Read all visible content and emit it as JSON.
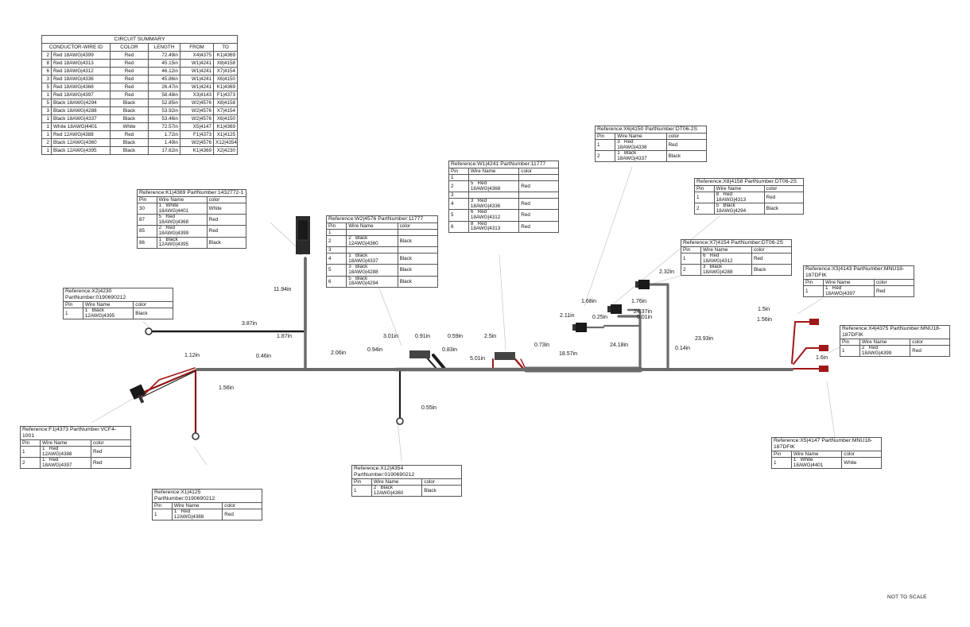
{
  "summary": {
    "title": "CIRCUIT SUMMARY",
    "headers": [
      "CONDUCTOR-WIRE ID",
      "COLOR",
      "LENGTH",
      "FROM",
      "TO"
    ],
    "rows": [
      {
        "id": "2",
        "wire": "Red 18AWG|4399",
        "color": "Red",
        "length": "72.49in",
        "from": "X4|4375",
        "to": "K1|4369"
      },
      {
        "id": "8",
        "wire": "Red 18AWG|4313",
        "color": "Red",
        "length": "45.15in",
        "from": "W1|4241",
        "to": "X8|4158"
      },
      {
        "id": "6",
        "wire": "Red 18AWG|4312",
        "color": "Red",
        "length": "46.12in",
        "from": "W1|4241",
        "to": "X7|4154"
      },
      {
        "id": "3",
        "wire": "Red 18AWG|4336",
        "color": "Red",
        "length": "45.86in",
        "from": "W1|4241",
        "to": "X6|4150"
      },
      {
        "id": "5",
        "wire": "Red 18AWG|4368",
        "color": "Red",
        "length": "26.47in",
        "from": "W1|4241",
        "to": "K1|4369"
      },
      {
        "id": "1",
        "wire": "Red 18AWG|4397",
        "color": "Red",
        "length": "58.48in",
        "from": "X3|4143",
        "to": "F1|4373"
      },
      {
        "id": "5",
        "wire": "Black 18AWG|4294",
        "color": "Black",
        "length": "52.85in",
        "from": "W2|4576",
        "to": "X8|4158"
      },
      {
        "id": "3",
        "wire": "Black 18AWG|4288",
        "color": "Black",
        "length": "53.92in",
        "from": "W2|4576",
        "to": "X7|4154"
      },
      {
        "id": "1",
        "wire": "Black 18AWG|4337",
        "color": "Black",
        "length": "53.46in",
        "from": "W2|4576",
        "to": "X6|4150"
      },
      {
        "id": "1",
        "wire": "White 18AWG|4401",
        "color": "White",
        "length": "72.57in",
        "from": "X5|4147",
        "to": "K1|4369"
      },
      {
        "id": "1",
        "wire": "Red 12AWG|4388",
        "color": "Red",
        "length": "1.72in",
        "from": "F1|4373",
        "to": "X1|4125"
      },
      {
        "id": "2",
        "wire": "Black 12AWG|4360",
        "color": "Black",
        "length": "1.49in",
        "from": "W2|4576",
        "to": "X12|4354"
      },
      {
        "id": "1",
        "wire": "Black 12AWG|4395",
        "color": "Black",
        "length": "17.62in",
        "from": "K1|4369",
        "to": "X2|4230"
      }
    ]
  },
  "connectors": [
    {
      "key": "k1",
      "title": "Reference:K1|4369 PartNumber:1432772-1",
      "title2": "",
      "headers": [
        "Pin",
        "Wire Name",
        "color"
      ],
      "rows": [
        {
          "pin": "30",
          "wire": "1   White\n18AWG|4401",
          "color": "White"
        },
        {
          "pin": "87",
          "wire": "5   Red\n18AWG|4368",
          "color": "Red"
        },
        {
          "pin": "85",
          "wire": "2   Red\n18AWG|4399",
          "color": "Red"
        },
        {
          "pin": "86",
          "wire": "1   Black\n12AWG|4395",
          "color": "Black"
        }
      ]
    },
    {
      "key": "x2",
      "title": "Reference:X2|4230",
      "title2": "PartNumber:0190690212",
      "headers": [
        "Pin",
        "Wire Name",
        "color"
      ],
      "rows": [
        {
          "pin": "1",
          "wire": "1   Black\n12AWG|4395",
          "color": "Black"
        }
      ]
    },
    {
      "key": "w2",
      "title": "Reference:W2|4576 PartNumber:11777",
      "title2": "",
      "headers": [
        "Pin",
        "Wire Name",
        "color"
      ],
      "rows": [
        {
          "pin": "1",
          "wire": "",
          "color": ""
        },
        {
          "pin": "2",
          "wire": "2   Black\n12AWG|4360",
          "color": "Black"
        },
        {
          "pin": "3",
          "wire": "",
          "color": ""
        },
        {
          "pin": "4",
          "wire": "1   Black\n18AWG|4337",
          "color": "Black"
        },
        {
          "pin": "5",
          "wire": "3   Black\n18AWG|4288",
          "color": "Black"
        },
        {
          "pin": "6",
          "wire": "5   Black\n18AWG|4294",
          "color": "Black"
        }
      ]
    },
    {
      "key": "w1",
      "title": "Reference:W1|4241 PartNumber:11777",
      "title2": "",
      "headers": [
        "Pin",
        "Wire Name",
        "color"
      ],
      "rows": [
        {
          "pin": "1",
          "wire": "",
          "color": ""
        },
        {
          "pin": "2",
          "wire": "5   Red\n18AWG|4368",
          "color": "Red"
        },
        {
          "pin": "3",
          "wire": "",
          "color": ""
        },
        {
          "pin": "4",
          "wire": "3   Red\n18AWG|4336",
          "color": "Red"
        },
        {
          "pin": "5",
          "wire": "6   Red\n18AWG|4312",
          "color": "Red"
        },
        {
          "pin": "6",
          "wire": "8   Red\n18AWG|4313",
          "color": "Red"
        }
      ]
    },
    {
      "key": "x6",
      "title": "Reference:X6|4150 PartNumber:DT06-2S",
      "title2": "",
      "headers": [
        "Pin",
        "Wire Name",
        "color"
      ],
      "rows": [
        {
          "pin": "1",
          "wire": "3   Red\n18AWG|4336",
          "color": "Red"
        },
        {
          "pin": "2",
          "wire": "1   Black\n18AWG|4337",
          "color": "Black"
        }
      ]
    },
    {
      "key": "x8",
      "title": "Reference:X8|4158 PartNumber:DT06-2S",
      "title2": "",
      "headers": [
        "Pin",
        "Wire Name",
        "color"
      ],
      "rows": [
        {
          "pin": "1",
          "wire": "8   Red\n18AWG|4313",
          "color": "Red"
        },
        {
          "pin": "2",
          "wire": "5   Black\n18AWG|4294",
          "color": "Black"
        }
      ]
    },
    {
      "key": "x7",
      "title": "Reference:X7|4154 PartNumber:DT06-2S",
      "title2": "",
      "headers": [
        "Pin",
        "Wire Name",
        "color"
      ],
      "rows": [
        {
          "pin": "1",
          "wire": "6   Red\n18AWG|4312",
          "color": "Red"
        },
        {
          "pin": "2",
          "wire": "3   Black\n18AWG|4288",
          "color": "Black"
        }
      ]
    },
    {
      "key": "x3",
      "title": "Reference:X3|4143 PartNumber:MNU18-",
      "title2": "187DFIK",
      "headers": [
        "Pin",
        "Wire Name",
        "color"
      ],
      "rows": [
        {
          "pin": "1",
          "wire": "1   Red\n18AWG|4397",
          "color": "Red"
        }
      ]
    },
    {
      "key": "x4",
      "title": "Reference:X4|4375 PartNumber:MNU18-",
      "title2": "187DFIK",
      "headers": [
        "Pin",
        "Wire Name",
        "color"
      ],
      "rows": [
        {
          "pin": "1",
          "wire": "2   Red\n18AWG|4399",
          "color": "Red"
        }
      ]
    },
    {
      "key": "x5",
      "title": "Reference:X5|4147 PartNumber:MNU18-",
      "title2": "187DFIK",
      "headers": [
        "Pin",
        "Wire Name",
        "color"
      ],
      "rows": [
        {
          "pin": "1",
          "wire": "1   White\n18AWG|4401",
          "color": "White"
        }
      ]
    },
    {
      "key": "f1",
      "title": "Reference:F1|4373 PartNumber:VCF4-",
      "title2": "1001",
      "headers": [
        "Pin",
        "Wire Name",
        "color"
      ],
      "rows": [
        {
          "pin": "1",
          "wire": "1   Red\n12AWG|4388",
          "color": "Red"
        },
        {
          "pin": "2",
          "wire": "1   Red\n18AWG|4397",
          "color": "Red"
        }
      ]
    },
    {
      "key": "x12",
      "title": "Reference:X12|4354",
      "title2": "PartNumber:0190690212",
      "headers": [
        "Pin",
        "Wire Name",
        "color"
      ],
      "rows": [
        {
          "pin": "1",
          "wire": "2   Black\n12AWG|4360",
          "color": "Black"
        }
      ]
    },
    {
      "key": "x1",
      "title": "Reference:X1|4125",
      "title2": "PartNumber:0190690212",
      "headers": [
        "Pin",
        "Wire Name",
        "color"
      ],
      "rows": [
        {
          "pin": "1",
          "wire": "1   Red\n12AWG|4388",
          "color": "Red"
        }
      ]
    }
  ],
  "lengths": [
    "11.94in",
    "3.87in",
    "1.87in",
    "0.46in",
    "1.12in",
    "1.56in",
    "2.06in",
    "0.94in",
    "3.01in",
    "0.91in",
    "0.83in",
    "0.59in",
    "5.01in",
    "2.5in",
    "0.73in",
    "0.55in",
    "18.57in",
    "24.18in",
    "1.68in",
    "0.25in",
    "2.11in",
    "1.76in",
    "24.37in",
    "0.01in",
    "2.32in",
    "0.14in",
    "23.93in",
    "1.5in",
    "1.56in",
    "1.6in"
  ],
  "note": "NOT TO SCALE",
  "colors": {
    "harness": "#6b6b6b",
    "red_wire": "#a01818",
    "black_wire": "#1a1a1a",
    "leader": "#b5b5b5"
  }
}
